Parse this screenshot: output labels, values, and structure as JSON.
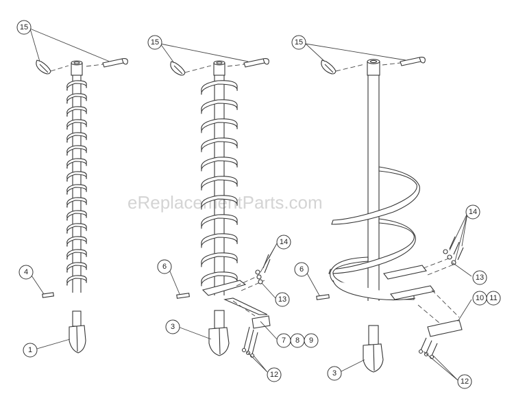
{
  "watermark": "eReplacementParts.com",
  "callouts": [
    {
      "id": "c1",
      "label": "15"
    },
    {
      "id": "c2",
      "label": "4"
    },
    {
      "id": "c3",
      "label": "1"
    },
    {
      "id": "c4",
      "label": "15"
    },
    {
      "id": "c5",
      "label": "6"
    },
    {
      "id": "c6",
      "label": "3"
    },
    {
      "id": "c7",
      "label": "14"
    },
    {
      "id": "c8",
      "label": "13"
    },
    {
      "id": "c9",
      "label": "7"
    },
    {
      "id": "c10",
      "label": "8"
    },
    {
      "id": "c11",
      "label": "9"
    },
    {
      "id": "c12",
      "label": "12"
    },
    {
      "id": "c13",
      "label": "15"
    },
    {
      "id": "c14",
      "label": "6"
    },
    {
      "id": "c15",
      "label": "3"
    },
    {
      "id": "c16",
      "label": "14"
    },
    {
      "id": "c17",
      "label": "13"
    },
    {
      "id": "c18",
      "label": "10"
    },
    {
      "id": "c19",
      "label": "11"
    },
    {
      "id": "c20",
      "label": "12"
    }
  ]
}
